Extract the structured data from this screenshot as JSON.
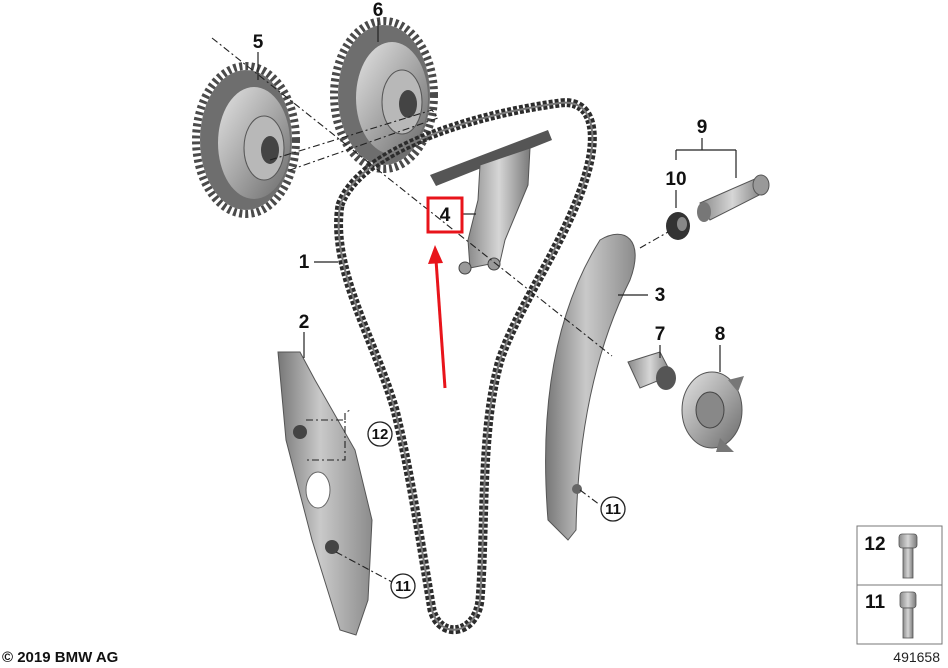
{
  "diagram": {
    "callouts": {
      "p1": "1",
      "p2": "2",
      "p3": "3",
      "p4": "4",
      "p5": "5",
      "p6": "6",
      "p7": "7",
      "p8": "8",
      "p9": "9",
      "p10": "10",
      "p11a": "11",
      "p11b": "11",
      "p12": "12"
    },
    "legend": {
      "bolt_12": "12",
      "bolt_11": "11"
    },
    "highlighted_part": "4",
    "highlight_color": "#e8141b",
    "copyright": "© 2019 BMW AG",
    "drawing_number": "491658"
  }
}
